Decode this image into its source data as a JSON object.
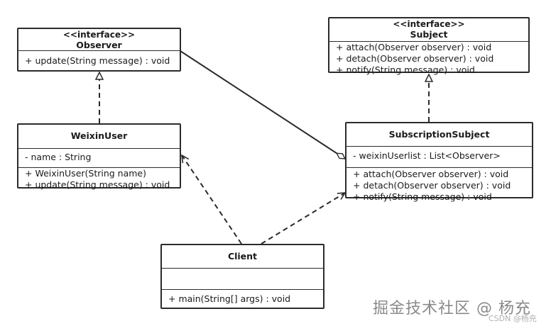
{
  "classes": {
    "observer": {
      "stereotype": "<<interface>>",
      "name": "Observer",
      "methods": [
        "+ update(String message) : void"
      ]
    },
    "subject": {
      "stereotype": "<<interface>>",
      "name": "Subject",
      "methods": [
        "+ attach(Observer observer) : void",
        "+ detach(Observer observer) : void",
        "+ notify(String message) : void"
      ]
    },
    "weixin_user": {
      "name": "WeixinUser",
      "attributes": [
        "- name : String"
      ],
      "methods": [
        "+ WeixinUser(String name)",
        "+ update(String message) : void"
      ]
    },
    "subscription_subject": {
      "name": "SubscriptionSubject",
      "attributes": [
        "- weixinUserlist : List<Observer>"
      ],
      "methods": [
        "+ attach(Observer observer) : void",
        "+ detach(Observer observer) : void",
        "+ notify(String message) : void"
      ]
    },
    "client": {
      "name": "Client",
      "attributes": [],
      "methods": [
        "+ main(String[] args) : void"
      ]
    }
  },
  "watermark": {
    "main": "掘金技术社区 @ 杨充",
    "sub": "CSDN @杨充"
  }
}
